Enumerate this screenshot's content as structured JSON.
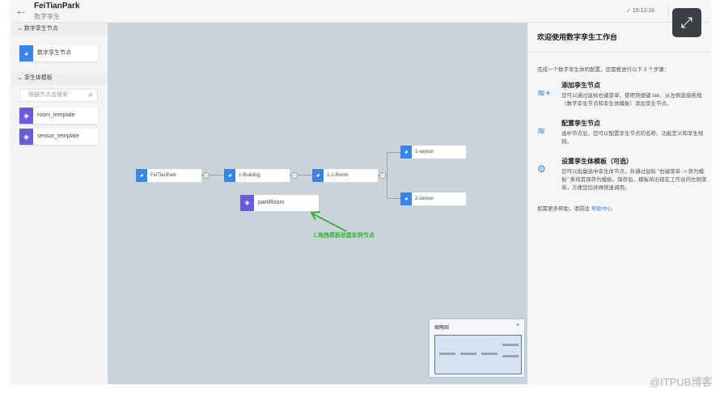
{
  "header": {
    "title": "FeiTianPark",
    "subtitle": "数字孪生",
    "time": "15:12:16"
  },
  "sidebar": {
    "section1": "数字孪生节点",
    "node_item": "数字孪生节点",
    "section2": "孪生体模板",
    "search_placeholder": "根据节点名搜索",
    "templates": [
      "room_template",
      "sensor_template"
    ]
  },
  "canvas": {
    "nodes": [
      "FeiTianPark",
      "1-Building",
      "1-1-Room",
      "1-sensor",
      "2-sensor"
    ],
    "template_node": "parkRoom",
    "annotation": "1.拖拽模板创建实例节点"
  },
  "minimap": {
    "title": "缩略图",
    "close": "×"
  },
  "panel": {
    "title": "欢迎使用数字孪生工作台",
    "intro": "完成一个数字孪生体的配置，您需要进行以下 3 个步骤：",
    "steps": [
      {
        "title": "添加孪生节点",
        "desc": "您可以通过鼠标右键菜单、使用快捷键 tab、从左侧直接拖拽（数字孪生节点和孪生体模板）添加孪生节点。"
      },
      {
        "title": "配置孪生节点",
        "desc": "选中节点后，您可以配置孪生节点的名称、功能定义和孪生规则。"
      },
      {
        "title": "设置孪生体模板（可选）",
        "desc": "您可以批量选中孪生体节点，并通过鼠标 \"右键菜单 -> 存为模板\" 来将其保存为模板。保存后，模板将出现在工作台的左侧菜单，方便您后续做快速调用。"
      }
    ],
    "help_text": "如需更多帮助，请前往",
    "help_link": "帮助中心"
  },
  "watermark": "@ITPUB博客"
}
